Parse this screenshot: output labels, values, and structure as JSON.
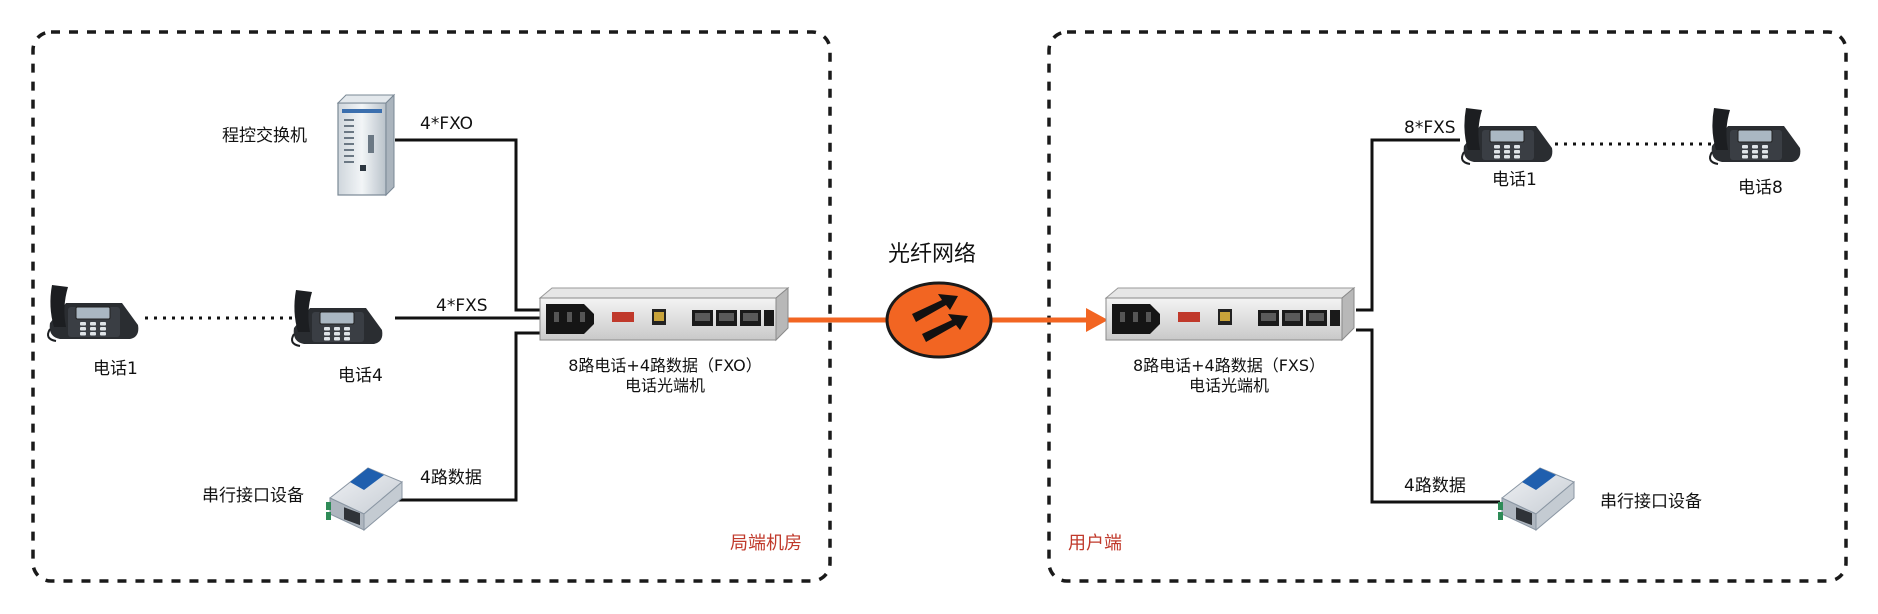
{
  "left_room": {
    "label": "局端机房",
    "pbx_label": "程控交换机",
    "pbx_link": "4*FXO",
    "phone_a_label": "电话1",
    "phone_b_label": "电话4",
    "phone_link": "4*FXS",
    "serial_label": "串行接口设备",
    "serial_link": "4路数据",
    "device_line1": "8路电话+4路数据（FXO）",
    "device_line2": "电话光端机"
  },
  "network": {
    "label": "光纤网络"
  },
  "right_room": {
    "label": "用户端",
    "phone_link": "8*FXS",
    "phone_a_label": "电话1",
    "phone_b_label": "电话8",
    "serial_link": "4路数据",
    "serial_label": "串行接口设备",
    "device_line1": "8路电话+4路数据（FXS）",
    "device_line2": "电话光端机"
  },
  "colors": {
    "fiber": "#f26522",
    "border": "#1a1a1a",
    "room_label": "#c0392b"
  },
  "icons": {
    "pbx": "cabinet-icon",
    "phone": "desk-phone-icon",
    "serial": "serial-converter-icon",
    "optical": "optical-terminal-icon",
    "network": "fiber-network-icon"
  }
}
